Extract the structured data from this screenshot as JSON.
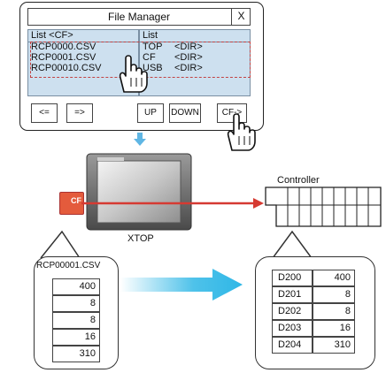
{
  "file_manager": {
    "title": "File Manager",
    "close_label": "X",
    "left_list": {
      "header": "List <CF>",
      "files": [
        "RCP0000.CSV",
        "RCP0001.CSV",
        "RCP00010.CSV"
      ]
    },
    "right_list": {
      "header": "List",
      "dirs": [
        {
          "name": "TOP",
          "tag": "<DIR>"
        },
        {
          "name": "CF",
          "tag": "<DIR>"
        },
        {
          "name": "USB",
          "tag": "<DIR>"
        }
      ]
    },
    "buttons": {
      "prev": "<=",
      "next": "=>",
      "up": "UP",
      "down": "DOWN",
      "cf": "CF->"
    }
  },
  "device_label": "XTOP",
  "controller_label": "Controller",
  "card_label": "CF",
  "recipe": {
    "filename": "RCP00001.CSV",
    "values": [
      "400",
      "8",
      "8",
      "16",
      "310"
    ]
  },
  "registers": [
    {
      "address": "D200",
      "value": "400"
    },
    {
      "address": "D201",
      "value": "8"
    },
    {
      "address": "D202",
      "value": "8"
    },
    {
      "address": "D203",
      "value": "16"
    },
    {
      "address": "D204",
      "value": "310"
    }
  ],
  "colors": {
    "arrow_red": "#d63a32",
    "arrow_blue": "#2fb7e6",
    "list_bg": "#cde0ef"
  }
}
